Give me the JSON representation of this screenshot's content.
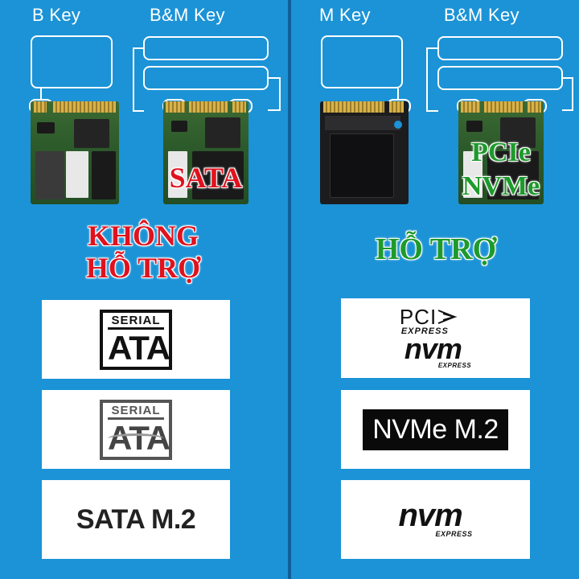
{
  "left": {
    "label_b": "B Key",
    "label_bm": "B&M Key",
    "overlay_word": "SATA",
    "status_line1": "KHÔNG",
    "status_line2": "HỖ TRỢ",
    "logos": [
      {
        "top": "SERIAL",
        "main": "ATA"
      },
      {
        "top": "SERIAL",
        "main": "ATA"
      },
      {
        "text": "SATA M.2"
      }
    ]
  },
  "right": {
    "label_m": "M Key",
    "label_bm": "B&M Key",
    "overlay_line1": "PCIe",
    "overlay_line2": "NVMe",
    "status": "HỖ TRỢ",
    "logos": [
      {
        "pci": "PCI",
        "express": "EXPRESS",
        "nvm": "nvm",
        "nvm_sub": "EXPRESS"
      },
      {
        "text": "NVMe M.2"
      },
      {
        "nvm": "nvm",
        "nvm_sub": "EXPRESS"
      }
    ]
  },
  "colors": {
    "background": "#1b93d6",
    "warning_red": "#e0121e",
    "support_green": "#1e9a2c"
  }
}
